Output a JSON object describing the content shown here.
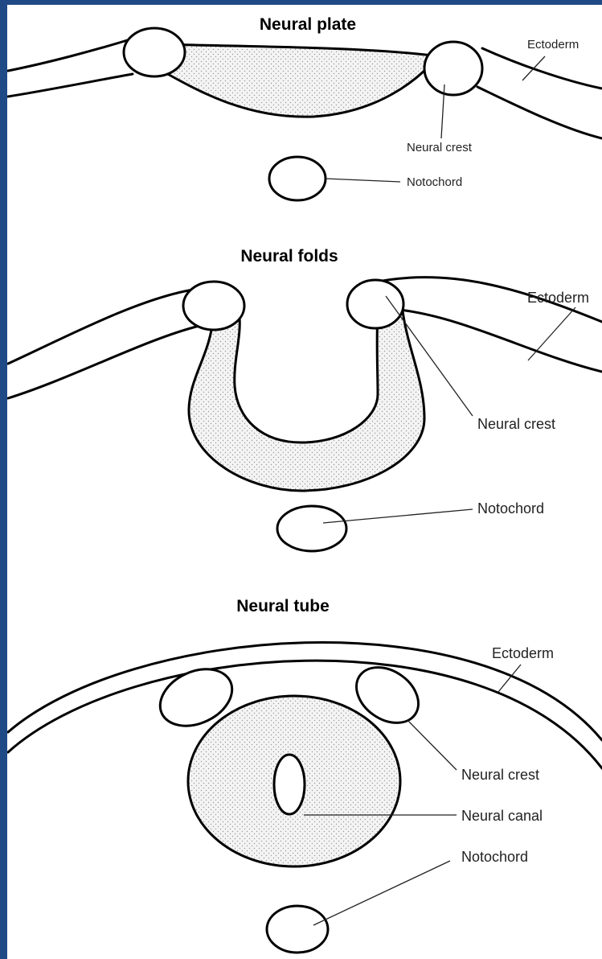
{
  "panels": {
    "plate": {
      "title": "Neural plate",
      "labels": {
        "ectoderm": "Ectoderm",
        "neural_crest": "Neural crest",
        "notochord": "Notochord"
      }
    },
    "folds": {
      "title": "Neural folds",
      "labels": {
        "ectoderm": "Ectoderm",
        "neural_crest": "Neural crest",
        "notochord": "Notochord"
      }
    },
    "tube": {
      "title": "Neural tube",
      "labels": {
        "ectoderm": "Ectoderm",
        "neural_crest": "Neural crest",
        "neural_canal": "Neural canal",
        "notochord": "Notochord"
      }
    }
  },
  "colors": {
    "border": "#1f4a86",
    "background": "#ffffff",
    "ink": "#000000"
  }
}
